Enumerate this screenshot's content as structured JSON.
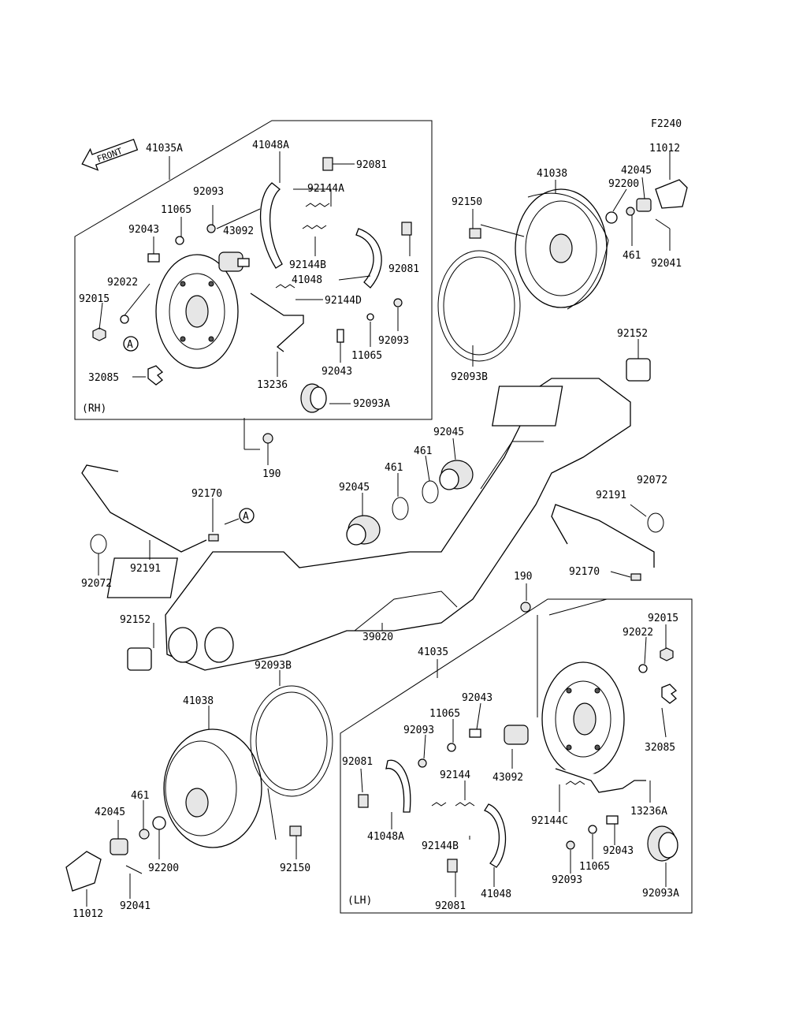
{
  "figure_code": "F2240",
  "front_label": "FRONT",
  "section_labels": {
    "rh": "(RH)",
    "lh": "(LH)"
  },
  "callouts": [
    {
      "id": "c_41035A",
      "text": "41035A"
    },
    {
      "id": "c_41048A_rh",
      "text": "41048A"
    },
    {
      "id": "c_92081_rh_top",
      "text": "92081"
    },
    {
      "id": "c_92093_rh_top",
      "text": "92093"
    },
    {
      "id": "c_92144A",
      "text": "92144A"
    },
    {
      "id": "c_11065_rh_top",
      "text": "11065"
    },
    {
      "id": "c_43092_rh",
      "text": "43092"
    },
    {
      "id": "c_92043_rh_left",
      "text": "92043"
    },
    {
      "id": "c_92144B_rh",
      "text": "92144B"
    },
    {
      "id": "c_92081_rh_mid",
      "text": "92081"
    },
    {
      "id": "c_92022_rh",
      "text": "92022"
    },
    {
      "id": "c_41048_rh",
      "text": "41048"
    },
    {
      "id": "c_92015_rh",
      "text": "92015"
    },
    {
      "id": "c_92144D",
      "text": "92144D"
    },
    {
      "id": "c_92093_rh_mid",
      "text": "92093"
    },
    {
      "id": "c_11065_rh_mid",
      "text": "11065"
    },
    {
      "id": "c_92043_rh_mid",
      "text": "92043"
    },
    {
      "id": "c_32085_rh",
      "text": "32085"
    },
    {
      "id": "c_13236",
      "text": "13236"
    },
    {
      "id": "c_92093A_rh",
      "text": "92093A"
    },
    {
      "id": "c_190_top",
      "text": "190"
    },
    {
      "id": "c_92150_top",
      "text": "92150"
    },
    {
      "id": "c_41038_top",
      "text": "41038"
    },
    {
      "id": "c_42045_top",
      "text": "42045"
    },
    {
      "id": "c_11012_top",
      "text": "11012"
    },
    {
      "id": "c_92200_top",
      "text": "92200"
    },
    {
      "id": "c_461_top",
      "text": "461"
    },
    {
      "id": "c_92041_top",
      "text": "92041"
    },
    {
      "id": "c_92093B_top",
      "text": "92093B"
    },
    {
      "id": "c_92152_top",
      "text": "92152"
    },
    {
      "id": "c_92045_upper",
      "text": "92045"
    },
    {
      "id": "c_461_mid",
      "text": "461"
    },
    {
      "id": "c_461_mid2",
      "text": "461"
    },
    {
      "id": "c_92045_lower",
      "text": "92045"
    },
    {
      "id": "c_92072_right",
      "text": "92072"
    },
    {
      "id": "c_92191_right",
      "text": "92191"
    },
    {
      "id": "c_92170_left",
      "text": "92170"
    },
    {
      "id": "c_92072_left",
      "text": "92072"
    },
    {
      "id": "c_92191_left",
      "text": "92191"
    },
    {
      "id": "c_92170_right",
      "text": "92170"
    },
    {
      "id": "c_190_mid",
      "text": "190"
    },
    {
      "id": "c_92152_left",
      "text": "92152"
    },
    {
      "id": "c_39020",
      "text": "39020"
    },
    {
      "id": "c_41035",
      "text": "41035"
    },
    {
      "id": "c_92015_lh",
      "text": "92015"
    },
    {
      "id": "c_92022_lh",
      "text": "92022"
    },
    {
      "id": "c_92093B_bottom",
      "text": "92093B"
    },
    {
      "id": "c_41038_bottom",
      "text": "41038"
    },
    {
      "id": "c_92043_lh_top",
      "text": "92043"
    },
    {
      "id": "c_11065_lh_top",
      "text": "11065"
    },
    {
      "id": "c_92093_lh_top",
      "text": "92093"
    },
    {
      "id": "c_92081_lh_left",
      "text": "92081"
    },
    {
      "id": "c_92144",
      "text": "92144"
    },
    {
      "id": "c_43092_lh",
      "text": "43092"
    },
    {
      "id": "c_32085_lh",
      "text": "32085"
    },
    {
      "id": "c_13236A",
      "text": "13236A"
    },
    {
      "id": "c_92144C",
      "text": "92144C"
    },
    {
      "id": "c_41048A_lh",
      "text": "41048A"
    },
    {
      "id": "c_92144B_lh",
      "text": "92144B"
    },
    {
      "id": "c_92043_lh_right",
      "text": "92043"
    },
    {
      "id": "c_11065_lh_bottom",
      "text": "11065"
    },
    {
      "id": "c_92093_lh_bottom",
      "text": "92093"
    },
    {
      "id": "c_92093A_lh",
      "text": "92093A"
    },
    {
      "id": "c_41048_lh",
      "text": "41048"
    },
    {
      "id": "c_92081_lh_bottom",
      "text": "92081"
    },
    {
      "id": "c_461_bottom",
      "text": "461"
    },
    {
      "id": "c_42045_bottom",
      "text": "42045"
    },
    {
      "id": "c_92200_bottom",
      "text": "92200"
    },
    {
      "id": "c_92150_bottom",
      "text": "92150"
    },
    {
      "id": "c_11012_bottom",
      "text": "11012"
    },
    {
      "id": "c_92041_bottom",
      "text": "92041"
    }
  ],
  "reference_marks": [
    {
      "id": "ref_a_rh",
      "text": "A"
    },
    {
      "id": "ref_a_mid",
      "text": "A"
    }
  ]
}
